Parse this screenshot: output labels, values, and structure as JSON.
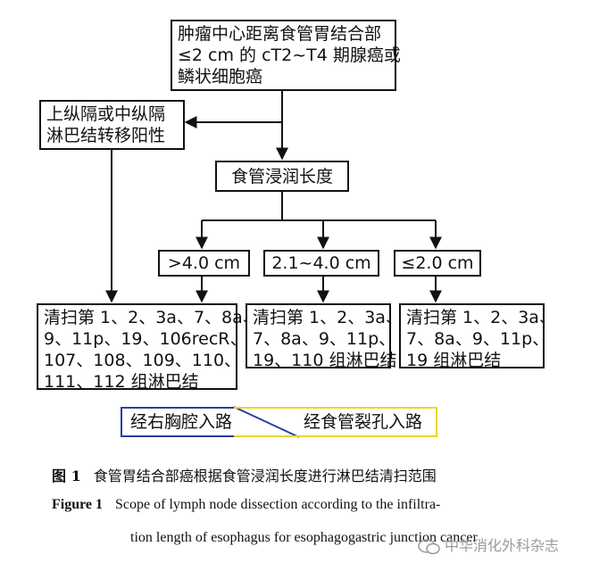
{
  "boxes": {
    "criteria": [
      "肿瘤中心距离食管胃结合部",
      "≤2 cm 的 cT2~T4 期腺癌或",
      "鳞状细胞癌"
    ],
    "mediastinal": [
      "上纵隔或中纵隔",
      "淋巴结转移阳性"
    ],
    "infiltration": "食管浸润长度",
    "over4": ">4.0 cm",
    "mid": "2.1~4.0 cm",
    "under2": "≤2.0 cm",
    "dissect_over4": [
      "清扫第 1、2、3a、7、8a、",
      "9、11p、19、106recR、",
      "107、108、109、110、",
      "111、112 组淋巴结"
    ],
    "dissect_mid": [
      "清扫第 1、2、3a、",
      "7、8a、9、11p、",
      "19、110 组淋巴结"
    ],
    "dissect_under2": [
      "清扫第 1、2、3a、",
      "7、8a、9、11p、",
      "19 组淋巴结"
    ]
  },
  "routes": {
    "right_chest": "经右胸腔入路",
    "hiatus": "经食管裂孔入路",
    "colors": {
      "right_chest": "#2a3f9e",
      "hiatus": "#e8d62a"
    }
  },
  "caption": {
    "cn_label": "图 1",
    "cn_text": "食管胃结合部癌根据食管浸润长度进行淋巴结清扫范围",
    "en_label": "Figure 1",
    "en_line1": "Scope of lymph node dissection according to the infiltra-",
    "en_line2": "tion length of esophagus for esophagogastric junction cancer"
  },
  "watermark": "中华消化外科杂志"
}
